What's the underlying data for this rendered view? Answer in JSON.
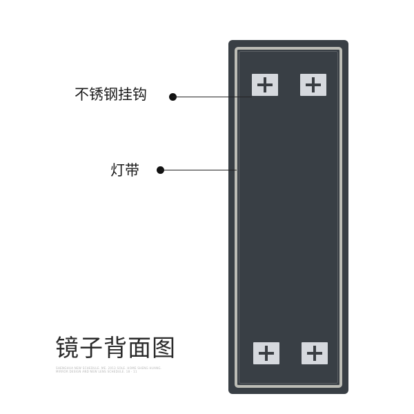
{
  "colors": {
    "panel": "#393f45",
    "hook": "#d6d9de",
    "frame": "#bdbdb6"
  },
  "callouts": {
    "hook_label": "不锈钢挂钩",
    "light_strip_label": "灯带"
  },
  "title": "镜子背面图",
  "subtitle": "SHENGHUA NEW SCHEDULE. ME. 2013 SOLE. HOME SHENG HUANG. MIRROR DESIGN AND NEW LENS SCHEDULE. 18 · 11"
}
